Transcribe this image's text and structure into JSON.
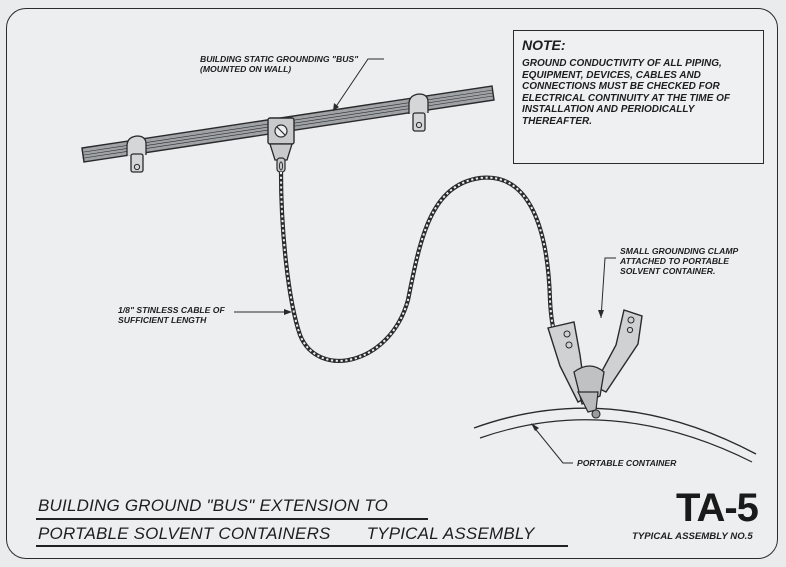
{
  "labels": {
    "bus": "BUILDING STATIC GROUNDING \"BUS\"\n(MOUNTED ON WALL)",
    "clamp": "SMALL GROUNDING CLAMP\nATTACHED TO PORTABLE\nSOLVENT CONTAINER.",
    "cable": "1/8\" STINLESS CABLE OF\nSUFFICIENT LENGTH",
    "container": "PORTABLE CONTAINER"
  },
  "note": {
    "title": "NOTE:",
    "body": "GROUND CONDUCTIVITY OF ALL PIPING, EQUIPMENT, DEVICES, CABLES AND CONNECTIONS MUST BE CHECKED FOR ELECTRICAL CONTINUITY AT THE TIME OF INSTALLATION AND PERIODICALLY THEREAFTER."
  },
  "title": {
    "line1": "BUILDING GROUND \"BUS\" EXTENSION TO",
    "line2a": "PORTABLE SOLVENT CONTAINERS",
    "line2b": "TYPICAL ASSEMBLY"
  },
  "assembly": {
    "code": "TA-5",
    "subtitle": "TYPICAL ASSEMBLY NO.5"
  }
}
